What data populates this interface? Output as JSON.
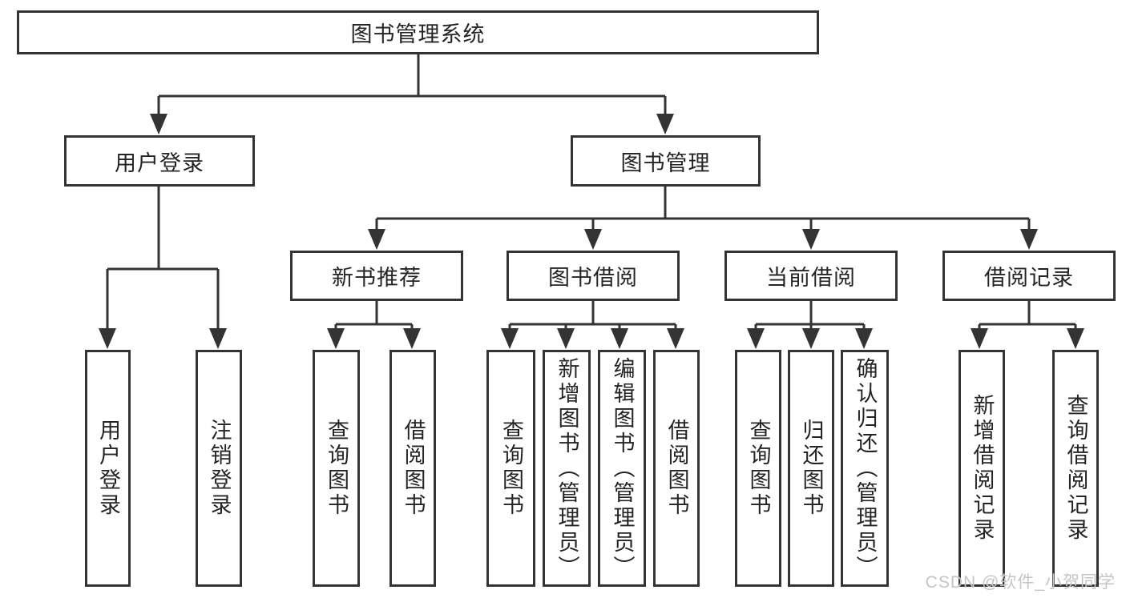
{
  "diagram": {
    "root": {
      "label": "图书管理系统"
    },
    "branches": [
      {
        "label": "用户登录",
        "leaves": [
          {
            "label": "用户登录"
          },
          {
            "label": "注销登录"
          }
        ]
      },
      {
        "label": "图书管理",
        "groups": [
          {
            "label": "新书推荐",
            "leaves": [
              {
                "label": "查询图书"
              },
              {
                "label": "借阅图书"
              }
            ]
          },
          {
            "label": "图书借阅",
            "leaves": [
              {
                "label": "查询图书"
              },
              {
                "label": "新增图书（管理员）"
              },
              {
                "label": "编辑图书（管理员）"
              },
              {
                "label": "借阅图书"
              }
            ]
          },
          {
            "label": "当前借阅",
            "leaves": [
              {
                "label": "查询图书"
              },
              {
                "label": "归还图书"
              },
              {
                "label": "确认归还（管理员）"
              }
            ]
          },
          {
            "label": "借阅记录",
            "leaves": [
              {
                "label": "新增借阅记录"
              },
              {
                "label": "查询借阅记录"
              }
            ]
          }
        ]
      }
    ]
  },
  "watermark": {
    "text": "CSDN @软件_小贺同学"
  },
  "colors": {
    "line": "#333333",
    "text": "#242424",
    "watermark": "#c5c5c5",
    "background": "#ffffff"
  }
}
